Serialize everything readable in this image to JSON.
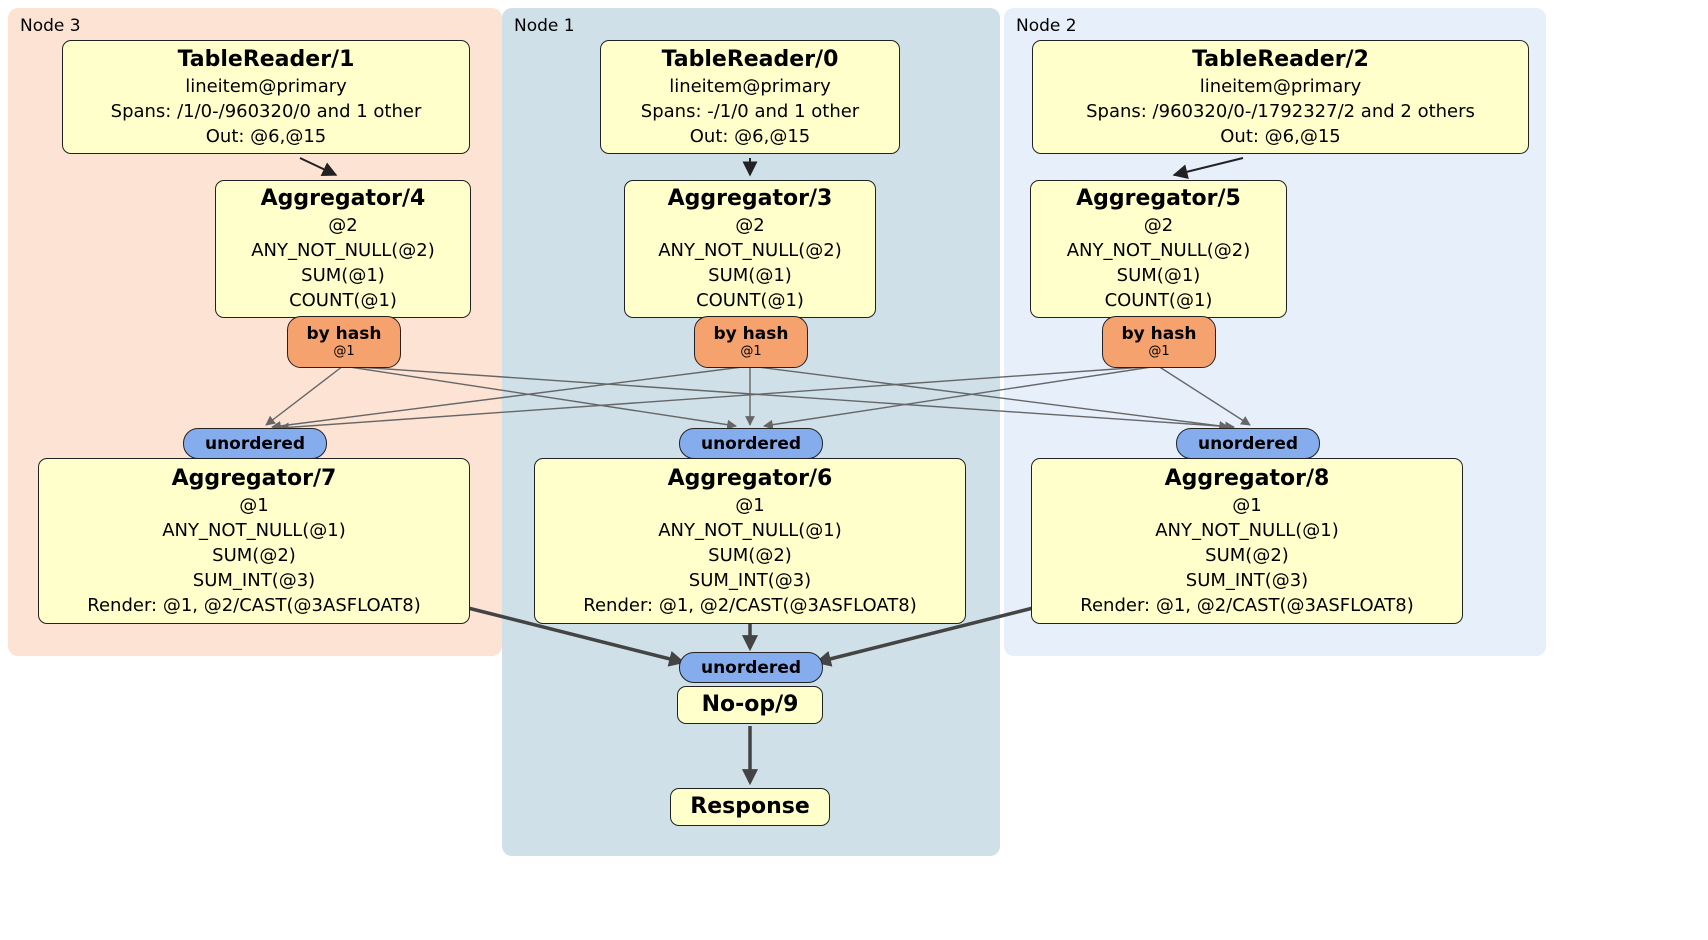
{
  "regions": {
    "node3": {
      "label": "Node 3"
    },
    "node1": {
      "label": "Node 1"
    },
    "node2": {
      "label": "Node 2"
    }
  },
  "boxes": {
    "tablereader1": {
      "title": "TableReader/1",
      "lines": [
        "lineitem@primary",
        "Spans: /1/0-/960320/0 and 1 other",
        "Out: @6,@15"
      ]
    },
    "tablereader0": {
      "title": "TableReader/0",
      "lines": [
        "lineitem@primary",
        "Spans: -/1/0 and 1 other",
        "Out: @6,@15"
      ]
    },
    "tablereader2": {
      "title": "TableReader/2",
      "lines": [
        "lineitem@primary",
        "Spans: /960320/0-/1792327/2 and 2 others",
        "Out: @6,@15"
      ]
    },
    "aggregator4": {
      "title": "Aggregator/4",
      "lines": [
        "@2",
        "ANY_NOT_NULL(@2)",
        "SUM(@1)",
        "COUNT(@1)"
      ]
    },
    "aggregator3": {
      "title": "Aggregator/3",
      "lines": [
        "@2",
        "ANY_NOT_NULL(@2)",
        "SUM(@1)",
        "COUNT(@1)"
      ]
    },
    "aggregator5": {
      "title": "Aggregator/5",
      "lines": [
        "@2",
        "ANY_NOT_NULL(@2)",
        "SUM(@1)",
        "COUNT(@1)"
      ]
    },
    "aggregator7": {
      "title": "Aggregator/7",
      "lines": [
        "@1",
        "ANY_NOT_NULL(@1)",
        "SUM(@2)",
        "SUM_INT(@3)",
        "Render: @1, @2/CAST(@3ASFLOAT8)"
      ]
    },
    "aggregator6": {
      "title": "Aggregator/6",
      "lines": [
        "@1",
        "ANY_NOT_NULL(@1)",
        "SUM(@2)",
        "SUM_INT(@3)",
        "Render: @1, @2/CAST(@3ASFLOAT8)"
      ]
    },
    "aggregator8": {
      "title": "Aggregator/8",
      "lines": [
        "@1",
        "ANY_NOT_NULL(@1)",
        "SUM(@2)",
        "SUM_INT(@3)",
        "Render: @1, @2/CAST(@3ASFLOAT8)"
      ]
    },
    "noop": {
      "title": "No-op/9"
    },
    "response": {
      "title": "Response"
    }
  },
  "badges": {
    "byhash": {
      "label": "by hash",
      "sub": "@1"
    },
    "unordered": {
      "label": "unordered"
    }
  },
  "colors": {
    "node3_bg": "#fce3d4",
    "node1_bg": "#cfe0e8",
    "node2_bg": "#e7effb",
    "box_fill": "#ffffcc",
    "hash_badge_fill": "#f5a26f",
    "sync_badge_fill": "#85aced"
  }
}
